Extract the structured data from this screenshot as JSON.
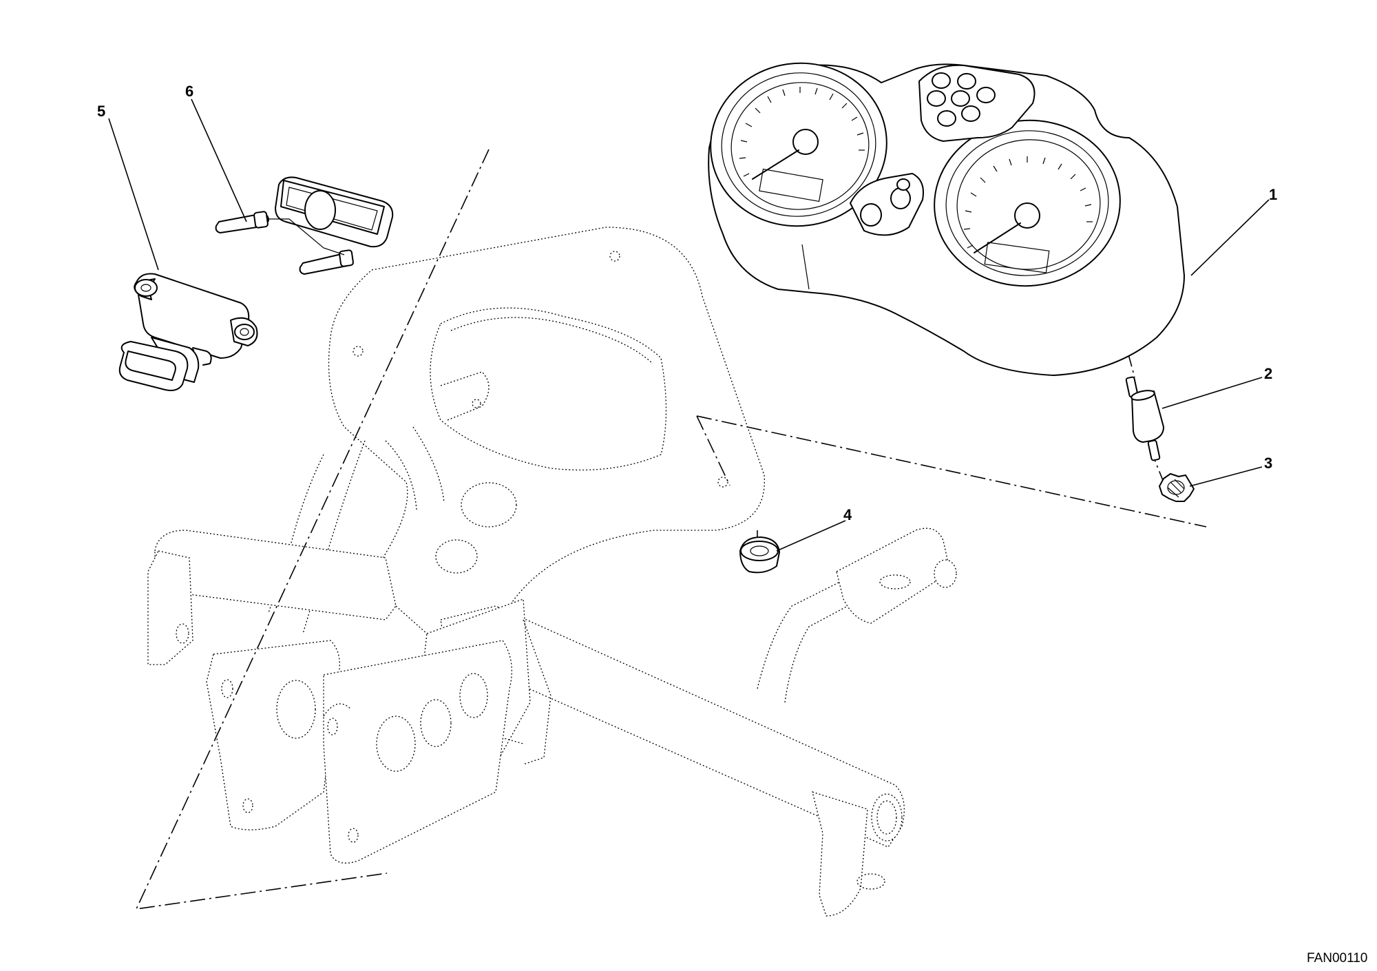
{
  "callouts": [
    "1",
    "2",
    "3",
    "4",
    "5",
    "6"
  ],
  "drawing_code": "FAN00110",
  "parts": {
    "instrument_panel": "dashboard-instrument-panel",
    "stud": "threaded-stud",
    "nut": "serrated-nut",
    "grommet": "rubber-grommet",
    "sensor": "sensor-module",
    "bracket": "sensor-bracket",
    "frame": "headlight-support-frame"
  }
}
